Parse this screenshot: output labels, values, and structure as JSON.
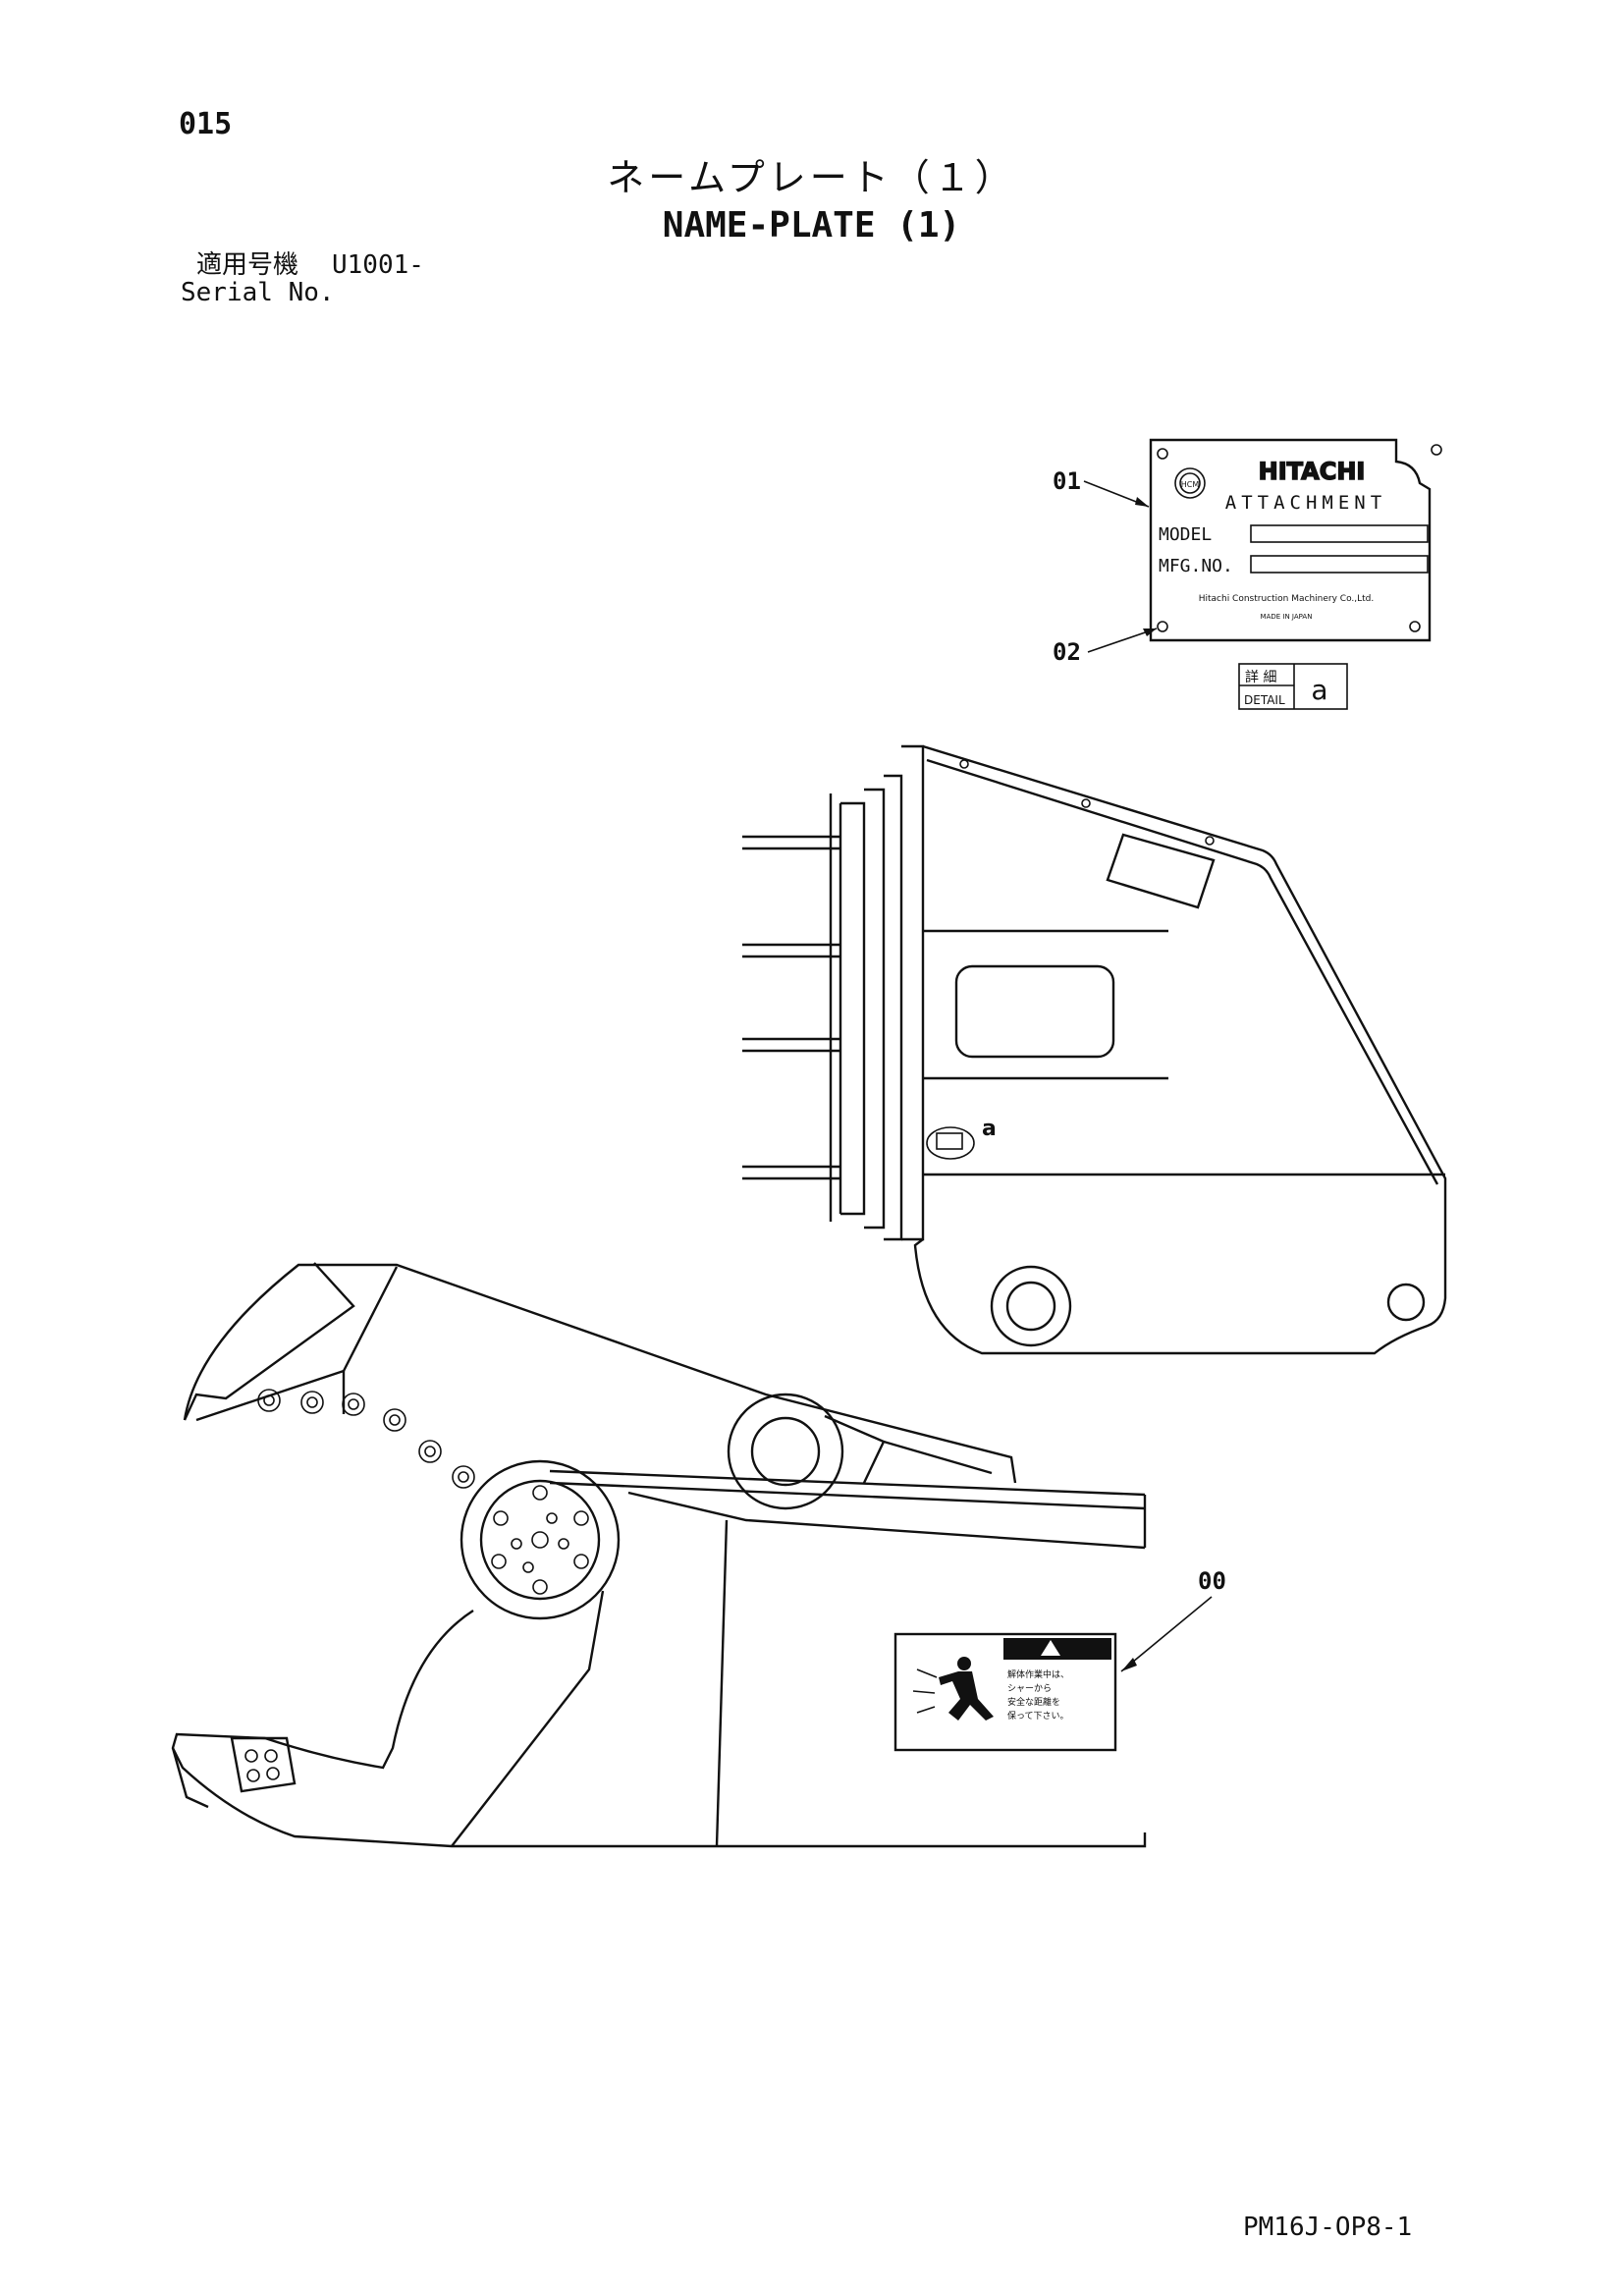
{
  "page": {
    "number": "015",
    "title_jp": "ネームプレート（１）",
    "title_en": "NAME-PLATE (1)",
    "serial_label_jp": "適用号機",
    "serial_value": "U1001-",
    "serial_label_en": "Serial No.",
    "doc_code": "PM16J-OP8-1"
  },
  "callouts": {
    "c00": "00",
    "c01": "01",
    "c02": "02",
    "detail_ref": "a"
  },
  "nameplate": {
    "brand": "HITACHI",
    "heading": "ATTACHMENT",
    "model_label": "MODEL",
    "mfg_label": "MFG.NO.",
    "maker": "Hitachi Construction Machinery Co.,Ltd.",
    "origin": "MADE IN JAPAN",
    "logo_text": "HCM"
  },
  "detail_box": {
    "label_jp": "詳 細",
    "label_en": "DETAIL",
    "letter": "a"
  },
  "warning_label": {
    "text_lines": [
      "解体作業中は、",
      "シャーから",
      "安全な距離を",
      "保って下さい。"
    ]
  },
  "mini_plate_ref": "a"
}
